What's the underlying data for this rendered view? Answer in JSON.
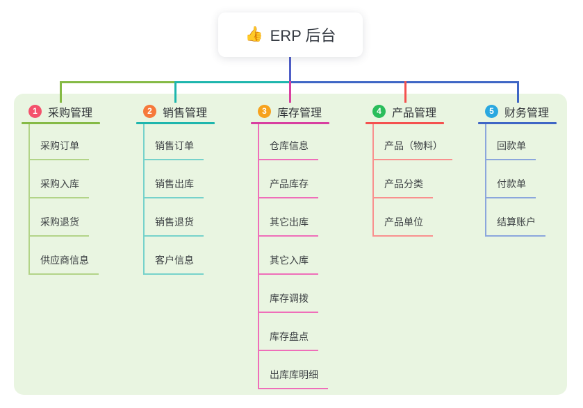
{
  "root": {
    "icon": "👍",
    "title": "ERP 后台"
  },
  "colors": {
    "panel_bg": "#e9f5e1",
    "root_stem": "#4f5ec7",
    "card_bg": "#ffffff",
    "title_text": "#2f3237",
    "item_text": "#3c4043"
  },
  "branches": [
    {
      "num": "1",
      "title": "采购管理",
      "badge_color": "#f4516c",
      "color": "#85ba45",
      "light_color": "#b2d488",
      "items": [
        "采购订单",
        "采购入库",
        "采购退货",
        "供应商信息"
      ]
    },
    {
      "num": "2",
      "title": "销售管理",
      "badge_color": "#f6793b",
      "color": "#1eb6ad",
      "light_color": "#76d2cb",
      "items": [
        "销售订单",
        "销售出库",
        "销售退货",
        "客户信息"
      ]
    },
    {
      "num": "3",
      "title": "库存管理",
      "badge_color": "#f7a21d",
      "color": "#d83fa0",
      "light_color": "#ef6eb9",
      "items": [
        "仓库信息",
        "产品库存",
        "其它出库",
        "其它入库",
        "库存调拨",
        "库存盘点",
        "出库库明细"
      ]
    },
    {
      "num": "4",
      "title": "产品管理",
      "badge_color": "#2abd5b",
      "color": "#f4514f",
      "light_color": "#f9908e",
      "items": [
        "产品（物料）",
        "产品分类",
        "产品单位"
      ]
    },
    {
      "num": "5",
      "title": "财务管理",
      "badge_color": "#2aa8e0",
      "color": "#3f66c5",
      "light_color": "#8ba6dc",
      "items": [
        "回款单",
        "付款单",
        "结算账户"
      ]
    }
  ]
}
